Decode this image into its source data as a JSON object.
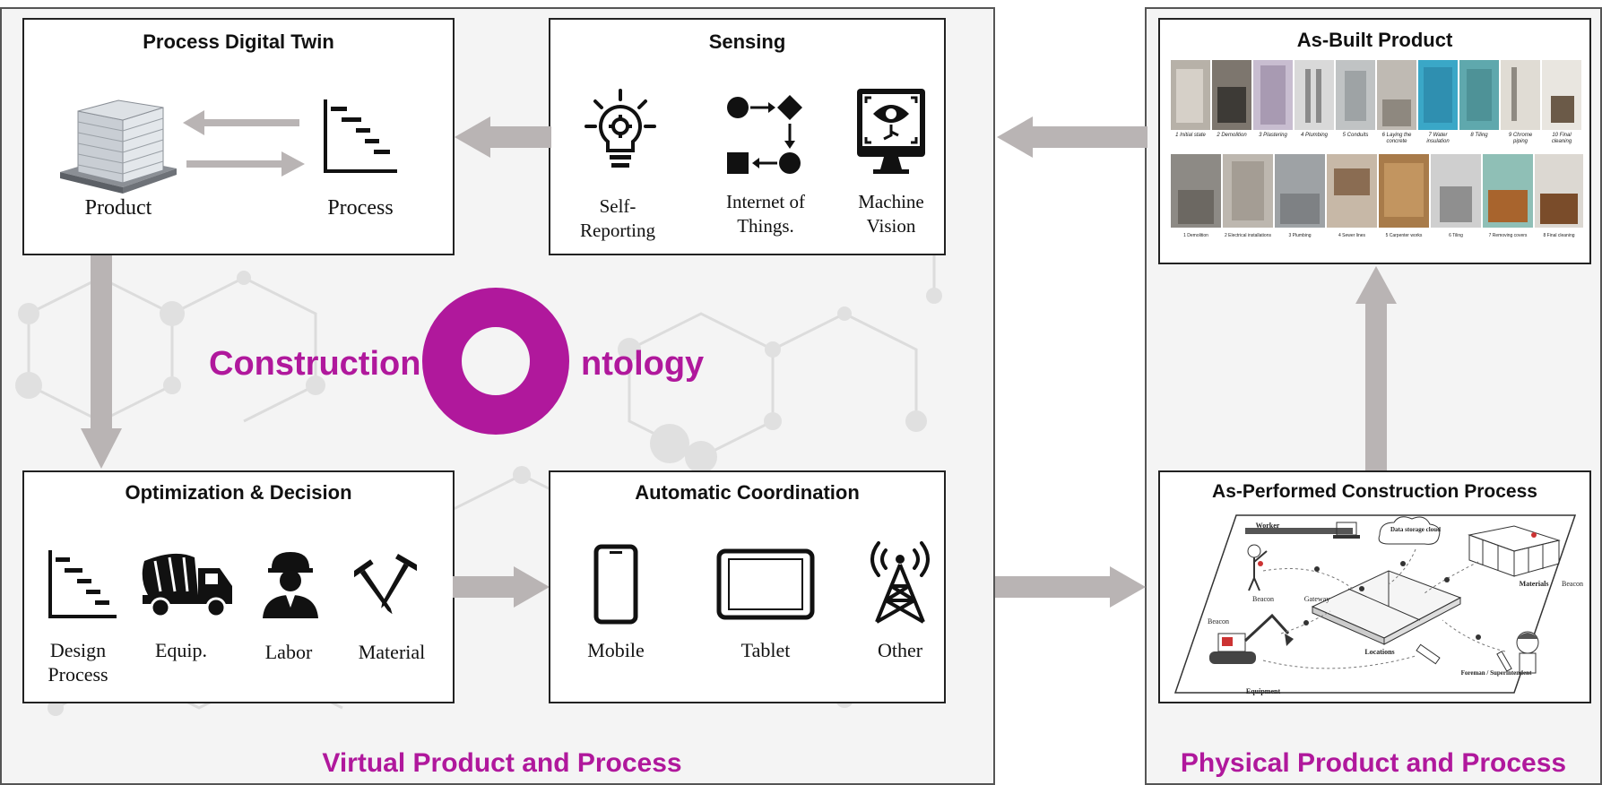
{
  "colors": {
    "accent": "#b0189c",
    "arrow": "#b9b4b4",
    "frame_border": "#555555"
  },
  "virtual_panel": {
    "title": "Virtual Product and Process",
    "process_digital_twin": {
      "title": "Process Digital Twin",
      "labels": [
        "Product",
        "Process"
      ]
    },
    "sensing": {
      "title": "Sensing",
      "items": [
        {
          "label": "Self-\nReporting",
          "icon": "lightbulb-gear-icon"
        },
        {
          "label": "Internet of\nThings.",
          "icon": "iot-flow-icon"
        },
        {
          "label": "Machine\nVision",
          "icon": "monitor-eye-icon"
        }
      ]
    },
    "ontology": {
      "left": "Construction",
      "right": "ntology"
    },
    "optimization": {
      "title": "Optimization & Decision",
      "items": [
        {
          "label": "Design\nProcess",
          "icon": "gantt-icon"
        },
        {
          "label": "Equip.",
          "icon": "mixer-truck-icon"
        },
        {
          "label": "Labor",
          "icon": "worker-icon"
        },
        {
          "label": "Material",
          "icon": "nails-icon"
        }
      ]
    },
    "coordination": {
      "title": "Automatic Coordination",
      "items": [
        {
          "label": "Mobile",
          "icon": "mobile-icon"
        },
        {
          "label": "Tablet",
          "icon": "tablet-icon"
        },
        {
          "label": "Other",
          "icon": "antenna-tower-icon"
        }
      ]
    }
  },
  "physical_panel": {
    "title": "Physical Product and Process",
    "as_built": {
      "title": "As-Built Product",
      "row1_captions": [
        "1 Initial state",
        "2 Demolition",
        "3 Plastering",
        "4 Plumbing",
        "5 Conduits",
        "6 Laying the concrete",
        "7 Water insulation",
        "8 Tiling",
        "9 Chrome piping",
        "10 Final cleaning"
      ],
      "row2_captions": [
        "1 Demolition",
        "2 Electrical installations",
        "3 Plumbing",
        "4 Sewer lines",
        "5 Carpenter works",
        "6 Tiling",
        "7 Removing covers",
        "8 Final cleaning"
      ]
    },
    "as_performed": {
      "title": "As-Performed Construction Process",
      "labels": [
        "Worker",
        "Data storage cloud",
        "Materials",
        "Beacon",
        "Gateway",
        "Beacon",
        "Beacon",
        "Locations",
        "Equipment",
        "Foreman / Superintendent"
      ]
    }
  }
}
